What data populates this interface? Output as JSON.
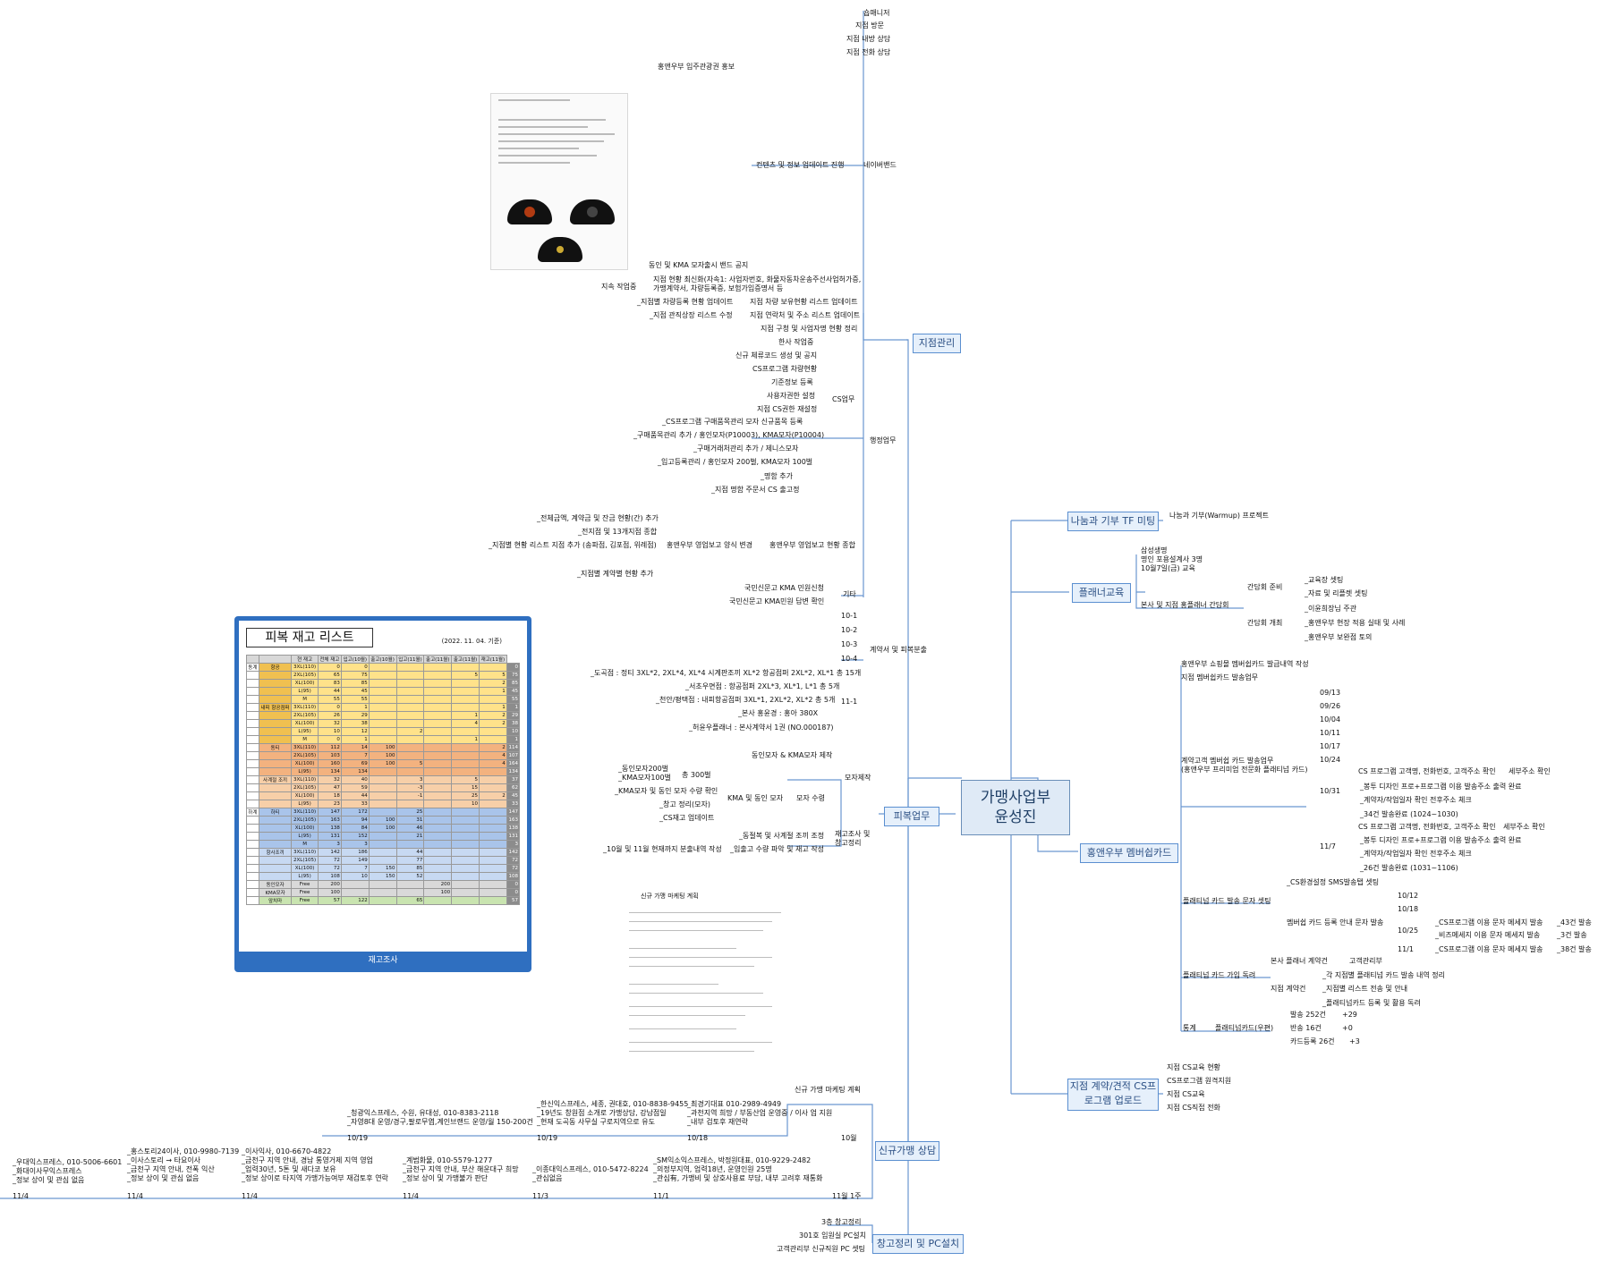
{
  "center": {
    "line1": "가맹사업부",
    "line2": "윤성진"
  },
  "branches": {
    "jijum": "지점관리",
    "pibok": "피복업무",
    "sinkyu": "신규가맹 상담",
    "changgo": "창고정리 및 PC설치",
    "nanum": "나눔과 기부 TF 미팅",
    "planner": "플래너교육",
    "membership": "홍앤우부 멤버쉽카드",
    "cs": "지점 계약/견적 CS프로그램 업로드"
  },
  "nodes": {
    "sub_naver": "네이버밴드",
    "visit_intro": "숍매니저",
    "visit": "지점 방문",
    "inner": "지점 내방 상담",
    "phone": "지점 전화 상담",
    "promo": "홍앤우부 입주관광권 홍보",
    "contents": "컨텐츠 및 정보 업데이트 진행",
    "hat_notice": "동인 및 KMA 모자출시 밴드 공지",
    "office": "지속 작업중",
    "office_detail1": "지점 현황 최신화(자속1: 사업자번호, 화물자동차운송주선사업허가증,",
    "office_detail2": "가맹계약서, 차량등록증, 보험가입증명서 등",
    "car_update": "_지점별 차량등록 현황 업데이트",
    "car_list": "지점 차량 보유현황 리스트 업데이트",
    "close_list": "_지점 관직상장 리스트 수정",
    "close_update": "지점 연락처 및 주소 리스트 업데이트",
    "zone": "지점 구청 및 사업자명 현황 정리",
    "admin": "행정업무",
    "extra": "한사 작업중",
    "new_code": "신규 체류코드 생성 및 공지",
    "cs_check": "CS프로그램 차량현황",
    "basic": "기준정보 등록",
    "user_auth": "사용자권한 설정",
    "cs_reset": "지점 CS권한 재설정",
    "cs_work": "CS업무",
    "cs_new": "_CS프로그램 구매품목관리 모자 신규품목 등록",
    "buy": "_구매품목관리 추가 / 홍인모자(P10003), KMA모자(P10004)",
    "buy2": "_구매거래처관리 추가 / 제니스모자",
    "stock": "_입고등록관리 / 홍인모자 200벌, KMA모자 100벌",
    "out": "_명함 추가",
    "branch_cs": "_지점 명함 주문서 CS 출고정",
    "deal1": "_전체금액, 계약금 및 잔금 현황(간) 추가",
    "deal2": "_전지점 및 13개지점 종합",
    "deal3": "_지점별 현황 리스트 지점 추가 (송파점, 김포점, 위례점)",
    "report": "홍앤우부 영업보고 양식 변경",
    "report2": "홍앤우부 영업보고 현황 종합",
    "contract_list": "_지점별 계약별 현황 추가",
    "kma1": "국민신문고 KMA 민원신청",
    "kma2": "국민신문고 KMA민원 답변 확인",
    "etc": "기타",
    "c1": "10-1",
    "c2": "10-2",
    "c3": "10-3",
    "c4": "10-4",
    "contract": "계약서 및 피복분출",
    "k11": "11-1",
    "t1": "_도곡점 : 정티 3XL*2, 2XL*4, XL*4 시계판조끼 XL*2 항공점퍼 2XL*2, XL*1 총 15개",
    "t2": "_서초우면점 : 항공점퍼 2XL*3, XL*1, L*1 총 5개",
    "t3": "_천안/평택점 : 내피항공점퍼 3XL*1, 2XL*2, XL*2 총 5개",
    "t4": "_본사 홍윤경 : 홍아 380X",
    "t5": "_허윤우플래너 : 본사계약서 1권 (NO.000187)",
    "hat1": "동인모자 & KMA모자 제작",
    "hat2": "_동인모자200벌",
    "hat3": "_KMA모자100벌",
    "hat_total": "총 300벌",
    "hat_check": "_KMA모자 및 동인 모자 수량 확인",
    "hat_count": "KMA 및 동인 모자",
    "hat_store": "_창고 정리(모자)",
    "hat_cs": "_CS재고 업데이트",
    "hat_qty": "모자 수령",
    "hat_make": "모자제작",
    "survey1": "_동절복 및 사계절 조끼 조정",
    "survey2": "_입출고 수량 파악 및 재고 작성",
    "survey_head": "재고조사 및 창고정리",
    "survey3": "_10월 및 11월 현재까지 분출내역 작성",
    "plan_title": "신규 가맹 마케팅 계획",
    "d1019a": "_청광익스프레스, 수원, 유대성, 010-8383-2118",
    "d1019b": "_자영8대 운영/경구,팔로무엽,계인브랜드 운영/월 150-200건",
    "d1019c": "10/19",
    "d1019d": "_한신익스프레스, 세종, 권대호, 010-8838-9455",
    "d1019e": "_19년도 창원점 소개로 가맹상담, 강남점일",
    "d1019f": "_현재 도곡동 사무실 구로지역으로 유도",
    "d1019g": "10/19",
    "d1018a": "_최경기대표 010-2989-4949",
    "d1018b": "_과천지역 희망 / 부동산업 운영중 / 이사 업 지원",
    "d1018c": "_내부 검토후 재연락",
    "d1018d": "10/18",
    "month10": "10월",
    "n114a": "_우대익스프레스, 010-5006-6601",
    "n114b": "_화대이사무익스프레스",
    "n114c": "_정보 상이 및 관심 없음",
    "n114d": "11/4",
    "n114e": "_홍스토리24이사, 010-9980-7139",
    "n114f": "_이사스토리 → 타요이사",
    "n114g": "_금천구 지역 안내, 전폭 익산",
    "n114h": "_정보 상이 및 관심 없음",
    "n114i": "11/4",
    "n114j": "_이사익사, 010-6670-4822",
    "n114k": "_금천구 지역 안내, 경남 통영거제 지역 영업",
    "n114l": "_업력30년, 5톤 및 새다코 보유",
    "n114m": "_정보 상이로 타지역 가맹가능여부 재검토후 연락",
    "n114n": "11/4",
    "n114o": "_계범화물, 010-5579-1277",
    "n114p": "_금천구 지역 안내, 부산 해운대구 희망",
    "n114q": "_정보 상이 및 가맹불가 판단",
    "n114r": "11/4",
    "n113a": "_이종대익스프레스, 010-5472-8224",
    "n113b": "_관심없음",
    "n113c": "11/3",
    "n111a": "_SM익소익스프레스, 박정원대표, 010-9229-2482",
    "n111b": "_의정부지역, 업력18년, 운영인원 25명",
    "n111c": "_관심有, 가맹비 및 상호사용료 부담, 내부 고려후 재통화",
    "n111d": "11/1",
    "week1": "11월 1주",
    "store1": "3층 창고정리",
    "store2": "301호 임원실 PC설치",
    "store3": "고객관리부 신규직원 PC 셋팅",
    "nanum1": "나눔과 기부(Warmup) 프로젝트",
    "pl1": "삼성생명",
    "pl2": "명인 포용설계사 3명",
    "pl3": "10월7일(금) 교육",
    "pl4": "본사 및 지점 홍플래너 간담회",
    "pl5": "간담회 준비",
    "pl6": "_교육장 셋팅",
    "pl7": "_자료 및 리플렛 셋팅",
    "pl8": "_이윤희장님 주관",
    "pl9": "간담회 개최",
    "pl10": "_홍앤우부 현장 적용 실태 및 사례",
    "pl11": "_홍앤우부 보완점 토의",
    "m1": "홍앤우부 쇼핑몰 멤버쉽카드 발급내역 작성",
    "m2": "지점 멤버쉽카드 발송업무",
    "m3": "계약고객 멤버쉽 카드 발송업무",
    "m3b": "(홍앤우부 프리미엄 전문화 플래티넘 카드)",
    "d913": "09/13",
    "d926": "09/26",
    "d1004": "10/04",
    "d1011": "10/11",
    "d1017": "10/17",
    "d1024": "10/24",
    "d1031": "10/31",
    "c31a": "CS 프로그램 고객명, 전화번호, 고객주소 확인",
    "c31b": "세부주소 확인",
    "c31c": "_봉투 디자인 프로+프로그램 이용 발송주소 출력 완료",
    "c31d": "_계약자/작업일자 확인 전후주소 체크",
    "c31e": "_34건 발송완료 (1024~1030)",
    "d117": "11/7",
    "c117a": "CS 프로그램 고객명, 전화번호, 고객주소 확인",
    "c117b": "세부주소 확인",
    "c117c": "_봉투 디자인 프로+프로그램 이용 발송주소 출력 완료",
    "c117d": "_계약자/작업일자 확인 전후주소 체크",
    "c117e": "_26건 발송완료 (1031~1106)",
    "sms1": "_CS환경설정 SMS발송탭 셋팅",
    "sms2": "플래티넘 카드 발송 문자 셋팅",
    "sms3": "멤버쉽 카드 등록 안내 문자 발송",
    "s1012": "10/12",
    "s1018": "10/18",
    "s1025": "10/25",
    "s111": "11/1",
    "sa": "_CS프로그램 이용 문자 메세지 발송",
    "sa2": "_43건 발송",
    "sb": "_비즈메세지 이용 문자 메세지 발송",
    "sb2": "_3건 발송",
    "sc": "_CS프로그램 이용 문자 메세지 발송",
    "sc2": "_38건 발송",
    "p1": "플래티넘 카드 가입 독려",
    "p2": "본사 플래너 계약건",
    "p3": "고객관리부",
    "p4": "_각 지점별 플래티넘 카드 발송 내역 정리",
    "p5": "지점 계약건",
    "p6": "_지점별 리스트 전송 및 안내",
    "p7": "_플래티넘카드 등록 및 활용 독려",
    "stat": "통계",
    "stat1": "플래티넘카드(우편)",
    "stat2": "발송 252건",
    "stat3": "+29",
    "stat4": "반송 16건",
    "stat5": "+0",
    "stat6": "카드등록 26건",
    "stat7": "+3",
    "cs1": "지점 CS교육 현황",
    "cs2": "CS프로그램 원격지원",
    "cs3": "지점 CS교육",
    "cs4": "지점 CS직접 전화"
  },
  "inventory": {
    "title": "피복 재고 리스트",
    "date": "(2022. 11. 04. 기준)",
    "caption": "재고조사",
    "headers": [
      "",
      "",
      "현 재고",
      "전체 재고",
      "입고(10월)",
      "출고(10월)",
      "입고(11월)",
      "출고(11월)",
      "출고(11월)",
      "재고(11월)"
    ],
    "rows": [
      [
        "3XL(110)",
        "0",
        "0",
        "",
        "",
        "",
        "",
        "",
        "0"
      ],
      [
        "2XL(105)",
        "65",
        "75",
        "",
        "",
        "",
        "5",
        "5",
        "75"
      ],
      [
        "XL(100)",
        "83",
        "85",
        "",
        "",
        "",
        "",
        "2",
        "85"
      ],
      [
        "L(95)",
        "44",
        "45",
        "",
        "",
        "",
        "",
        "1",
        "45"
      ],
      [
        "M",
        "55",
        "55",
        "",
        "",
        "",
        "",
        "",
        "55"
      ],
      [
        "3XL(110)",
        "0",
        "1",
        "",
        "",
        "",
        "",
        "1",
        "1"
      ],
      [
        "2XL(105)",
        "26",
        "29",
        "",
        "",
        "",
        "1",
        "2",
        "29"
      ],
      [
        "XL(100)",
        "32",
        "38",
        "",
        "",
        "",
        "4",
        "2",
        "38"
      ],
      [
        "L(95)",
        "10",
        "12",
        "",
        "2",
        "",
        "",
        "",
        "10"
      ],
      [
        "M",
        "0",
        "1",
        "",
        "",
        "",
        "1",
        "",
        "1"
      ],
      [
        "3XL(110)",
        "112",
        "14",
        "100",
        "",
        "",
        "",
        "2",
        "114"
      ],
      [
        "2XL(105)",
        "103",
        "7",
        "100",
        "",
        "",
        "",
        "4",
        "107"
      ],
      [
        "XL(100)",
        "160",
        "69",
        "100",
        "5",
        "",
        "",
        "4",
        "164"
      ],
      [
        "L(95)",
        "134",
        "134",
        "",
        "",
        "",
        "",
        "",
        "134"
      ],
      [
        "3XL(110)",
        "32",
        "40",
        "",
        "3",
        "",
        "5",
        "",
        "37"
      ],
      [
        "2XL(105)",
        "47",
        "59",
        "",
        "-3",
        "",
        "15",
        "",
        "62"
      ],
      [
        "XL(100)",
        "18",
        "44",
        "",
        "-1",
        "",
        "25",
        "2",
        "45"
      ],
      [
        "L(95)",
        "23",
        "33",
        "",
        "",
        "",
        "10",
        "",
        "33"
      ],
      [
        "3XL(110)",
        "147",
        "172",
        "",
        "25",
        "",
        "",
        "",
        "147"
      ],
      [
        "2XL(105)",
        "163",
        "94",
        "100",
        "31",
        "",
        "",
        "",
        "163"
      ],
      [
        "XL(100)",
        "138",
        "84",
        "100",
        "46",
        "",
        "",
        "",
        "138"
      ],
      [
        "L(95)",
        "131",
        "152",
        "",
        "21",
        "",
        "",
        "",
        "131"
      ],
      [
        "M",
        "3",
        "3",
        "",
        "",
        "",
        "",
        "",
        "3"
      ],
      [
        "3XL(110)",
        "142",
        "186",
        "",
        "44",
        "",
        "",
        "",
        "142"
      ],
      [
        "2XL(105)",
        "72",
        "149",
        "",
        "77",
        "",
        "",
        "",
        "72"
      ],
      [
        "XL(100)",
        "72",
        "7",
        "150",
        "85",
        "",
        "",
        "",
        "72"
      ],
      [
        "L(95)",
        "108",
        "10",
        "150",
        "52",
        "",
        "",
        "",
        "108"
      ],
      [
        "Free",
        "200",
        "",
        "",
        "",
        "200",
        "",
        "",
        "0"
      ],
      [
        "Free",
        "100",
        "",
        "",
        "",
        "100",
        "",
        "",
        "0"
      ],
      [
        "Free",
        "57",
        "122",
        "",
        "65",
        "",
        "",
        "",
        "57"
      ]
    ],
    "groups": [
      "동계",
      "하계"
    ],
    "labels": [
      "항공",
      "내피 항공점퍼",
      "동티",
      "사계절 조끼",
      "하티",
      "항사조끼",
      "동인모자",
      "KMA모자",
      "앞치마"
    ]
  },
  "doc": {
    "title": "신규 가맹 마케팅 계획"
  }
}
